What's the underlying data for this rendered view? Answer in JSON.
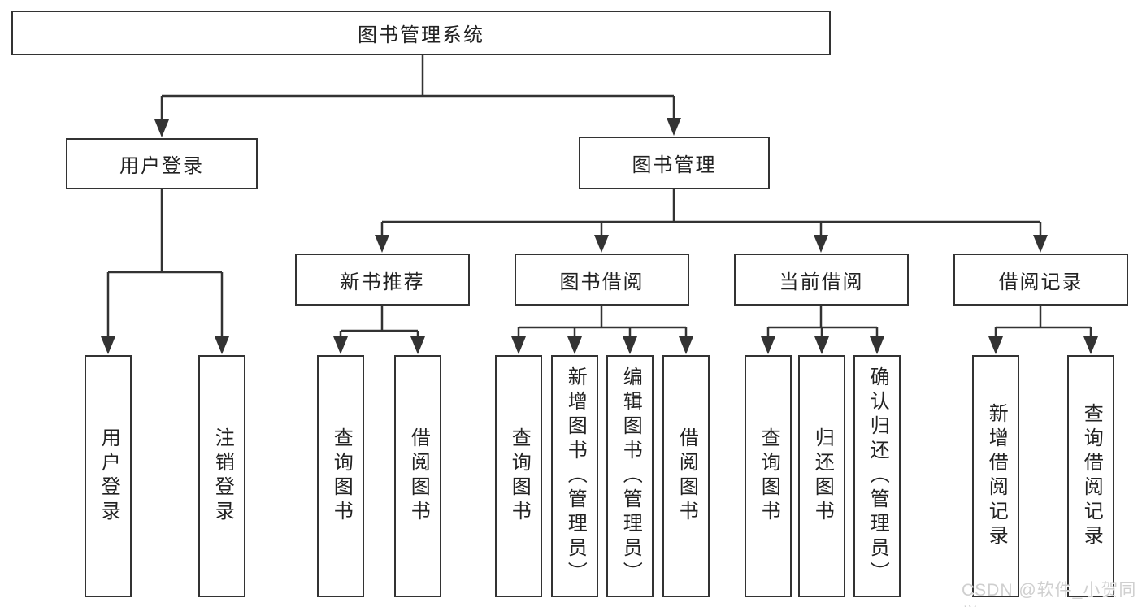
{
  "diagram": {
    "root": "图书管理系统",
    "level2": [
      "用户登录",
      "图书管理"
    ],
    "level3": [
      "新书推荐",
      "图书借阅",
      "当前借阅",
      "借阅记录"
    ],
    "leaves": [
      "用户登录",
      "注销登录",
      "查询图书",
      "借阅图书",
      "查询图书",
      "新增图书（管理员）",
      "编辑图书（管理员）",
      "借阅图书",
      "查询图书",
      "归还图书",
      "确认归还（管理员）",
      "新增借阅记录",
      "查询借阅记录"
    ]
  },
  "watermark": "CSDN @软件_小贺同学",
  "colors": {
    "line": "#333333",
    "text": "#222222",
    "background": "#ffffff",
    "watermark": "#cfcfcf"
  }
}
